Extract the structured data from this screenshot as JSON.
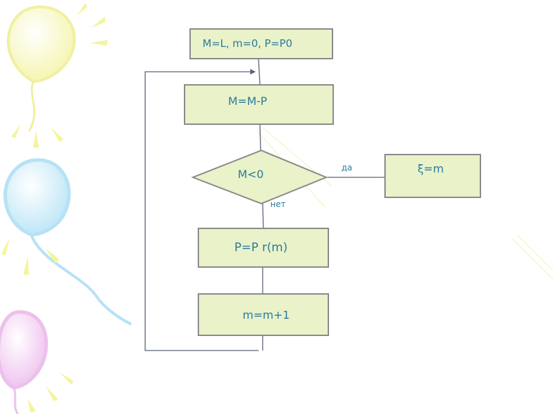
{
  "flowchart": {
    "init": "M=L,  m=0,  P=P0",
    "subtract": "M=M-P",
    "condition": "M<0",
    "yes_label": "да",
    "no_label": "нет",
    "result": "ξ=m",
    "multiply": "P=P r(m)",
    "increment": "m=m+1"
  },
  "colors": {
    "box_fill": "#e9f2c9",
    "box_border": "#8a8a8a",
    "text": "#2c7a9b",
    "connector": "#5a6478"
  }
}
